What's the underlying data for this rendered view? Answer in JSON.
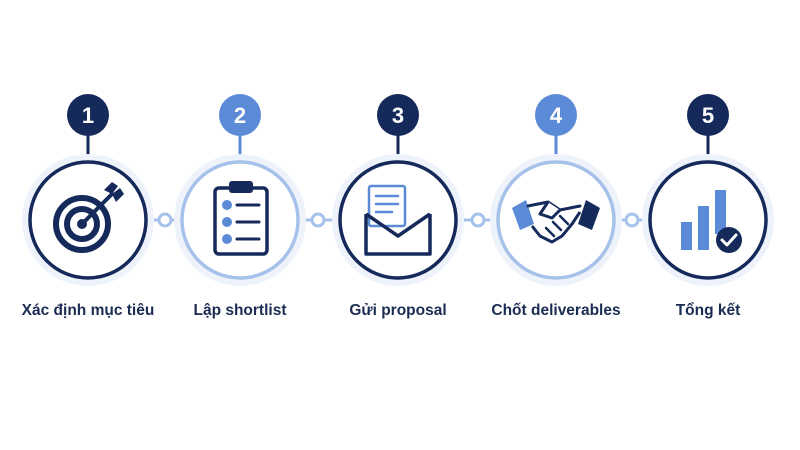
{
  "colors": {
    "navy": "#15295a",
    "accent": "#5b8ad6",
    "light_blue": "#a7c2ea",
    "halo": "#eef3fb",
    "text": "#1b2c52"
  },
  "steps": [
    {
      "number": "1",
      "label": "Xác định mục tiêu",
      "icon": "target-icon",
      "style": "navy"
    },
    {
      "number": "2",
      "label": "Lập shortlist",
      "icon": "clipboard-checklist-icon",
      "style": "accent"
    },
    {
      "number": "3",
      "label": "Gửi proposal",
      "icon": "envelope-document-icon",
      "style": "navy"
    },
    {
      "number": "4",
      "label": "Chốt deliverables",
      "icon": "handshake-icon",
      "style": "accent"
    },
    {
      "number": "5",
      "label": "Tổng kết",
      "icon": "bar-chart-check-icon",
      "style": "navy"
    }
  ]
}
